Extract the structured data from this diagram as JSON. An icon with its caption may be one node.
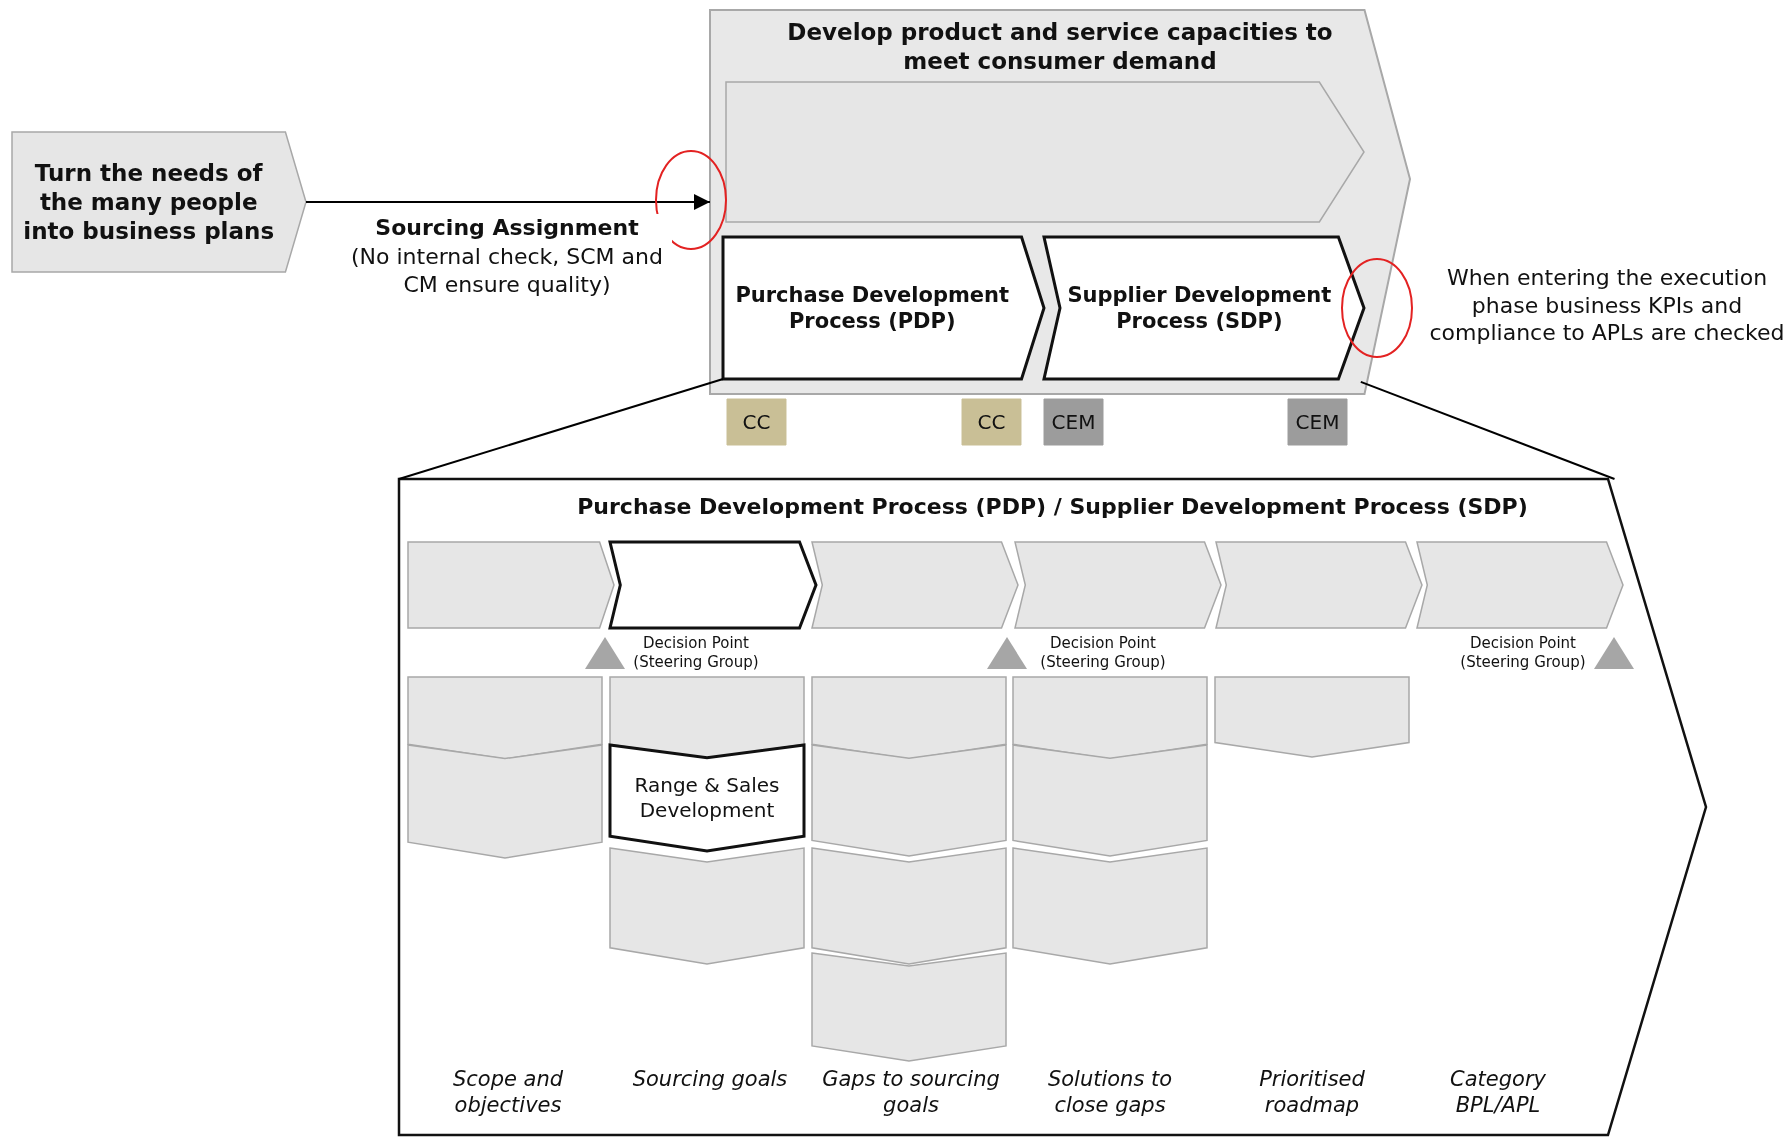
{
  "diagram": {
    "nodes": [
      {
        "text": [
          "Turn the needs of the many people into business plans"
        ]
      },
      {
        "text": [
          "Develop product and service capacities to meet consumer demand"
        ]
      },
      {
        "text": [],
        "shape": "chevron",
        "in": 1
      },
      {
        "text": [
          "Purchase Development Process (PDP)"
        ],
        "in": 1
      },
      {
        "text": [
          "Supplier Development Process (SDP)"
        ],
        "in": 1
      },
      {
        "text": [
          "CC"
        ]
      },
      {
        "text": [
          "CC"
        ]
      },
      {
        "text": [
          "CEM"
        ]
      },
      {
        "text": [
          "CEM"
        ]
      },
      {
        "text": [
          "Purchase Development Process (PDP) / Supplier Development Process (SDP)"
        ]
      },
      {
        "text": [],
        "shape": "chevron",
        "in": 9
      },
      {
        "text": [],
        "shape": "chevron",
        "in": 9
      },
      {
        "text": [],
        "shape": "chevron",
        "in": 9
      },
      {
        "text": [],
        "shape": "chevron",
        "in": 9
      },
      {
        "text": [],
        "shape": "chevron",
        "in": 9
      },
      {
        "text": [],
        "shape": "chevron",
        "in": 9
      },
      {
        "text": [],
        "shape": "chevron",
        "in": 9
      },
      {
        "text": [],
        "shape": "chevron",
        "in": 9
      },
      {
        "text": [],
        "shape": "chevron",
        "in": 9
      },
      {
        "text": [
          "Range & Sales Development"
        ],
        "in": 9
      },
      {
        "text": [],
        "shape": "chevron",
        "in": 9
      },
      {
        "text": [],
        "shape": "chevron",
        "in": 9
      },
      {
        "text": [],
        "shape": "chevron",
        "in": 9
      },
      {
        "text": [],
        "shape": "chevron",
        "in": 9
      },
      {
        "text": [],
        "shape": "chevron",
        "in": 9
      },
      {
        "text": [],
        "shape": "chevron",
        "in": 9
      },
      {
        "text": [],
        "shape": "chevron",
        "in": 9
      },
      {
        "text": [],
        "shape": "chevron",
        "in": 9
      },
      {
        "text": [],
        "shape": "chevron",
        "in": 9
      }
    ],
    "edges": [
      {
        "from": 0,
        "to": 1,
        "arrow": "to",
        "label": "**Sourcing Assignment** (No internal check, SCM and CM ensure quality)"
      },
      {
        "from": 3,
        "to": 9,
        "arrow": "none"
      },
      {
        "from": 4,
        "to": 9,
        "arrow": "none"
      }
    ],
    "labels": [
      "When entering the execution phase business KPIs and compliance to APLs are checked",
      "Decision Point (Steering Group)",
      "Decision Point (Steering Group)",
      "Decision Point (Steering Group)",
      "Scope and objectives",
      "Sourcing goals",
      "Gaps to sourcing goals",
      "Solutions to close gaps",
      "Prioritised roadmap",
      "Category BPL/APL"
    ]
  }
}
